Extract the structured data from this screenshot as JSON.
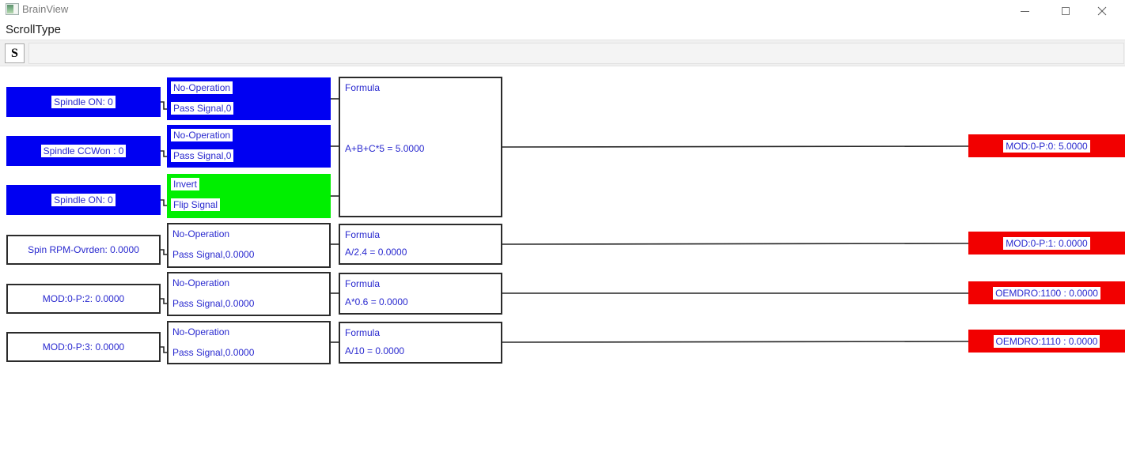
{
  "window": {
    "title": "BrainView",
    "app_icon": "image-icon",
    "controls": {
      "minimize": "minimize-icon",
      "maximize": "maximize-icon",
      "close": "close-icon"
    }
  },
  "menu_bar": {
    "items": [
      {
        "label": "ScrollType"
      }
    ]
  },
  "toolbar": {
    "buttons": [
      {
        "label": "S"
      }
    ]
  },
  "colors": {
    "active_block": "#0000f2",
    "invert_block": "#00ef00",
    "output_block": "#f20000",
    "block_text": "#2929cf",
    "wire": "#262626"
  },
  "diagram": {
    "inputs": [
      {
        "label": "Spindle ON: 0",
        "style": "active"
      },
      {
        "label": "Spindle CCWon : 0",
        "style": "active"
      },
      {
        "label": "Spindle ON: 0",
        "style": "active"
      },
      {
        "label": "Spin RPM-Ovrden: 0.0000",
        "style": "plain"
      },
      {
        "label": "MOD:0-P:2: 0.0000",
        "style": "plain"
      },
      {
        "label": "MOD:0-P:3: 0.0000",
        "style": "plain"
      }
    ],
    "operations": [
      {
        "name": "No-Operation",
        "detail": "Pass Signal,0",
        "style": "active"
      },
      {
        "name": "No-Operation",
        "detail": "Pass Signal,0",
        "style": "active"
      },
      {
        "name": "Invert",
        "detail": "Flip Signal",
        "style": "invert"
      },
      {
        "name": "No-Operation",
        "detail": "Pass Signal,0.0000",
        "style": "plain"
      },
      {
        "name": "No-Operation",
        "detail": "Pass Signal,0.0000",
        "style": "plain"
      },
      {
        "name": "No-Operation",
        "detail": "Pass Signal,0.0000",
        "style": "plain"
      }
    ],
    "formulas": [
      {
        "name": "Formula",
        "expression": "A+B+C*5 = 5.0000"
      },
      {
        "name": "Formula",
        "expression": "A/2.4 = 0.0000"
      },
      {
        "name": "Formula",
        "expression": "A*0.6 = 0.0000"
      },
      {
        "name": "Formula",
        "expression": "A/10 = 0.0000"
      }
    ],
    "outputs": [
      {
        "label": "MOD:0-P:0: 5.0000"
      },
      {
        "label": "MOD:0-P:1: 0.0000"
      },
      {
        "label": "OEMDRO:1100 : 0.0000"
      },
      {
        "label": "OEMDRO:1110 : 0.0000"
      }
    ]
  }
}
